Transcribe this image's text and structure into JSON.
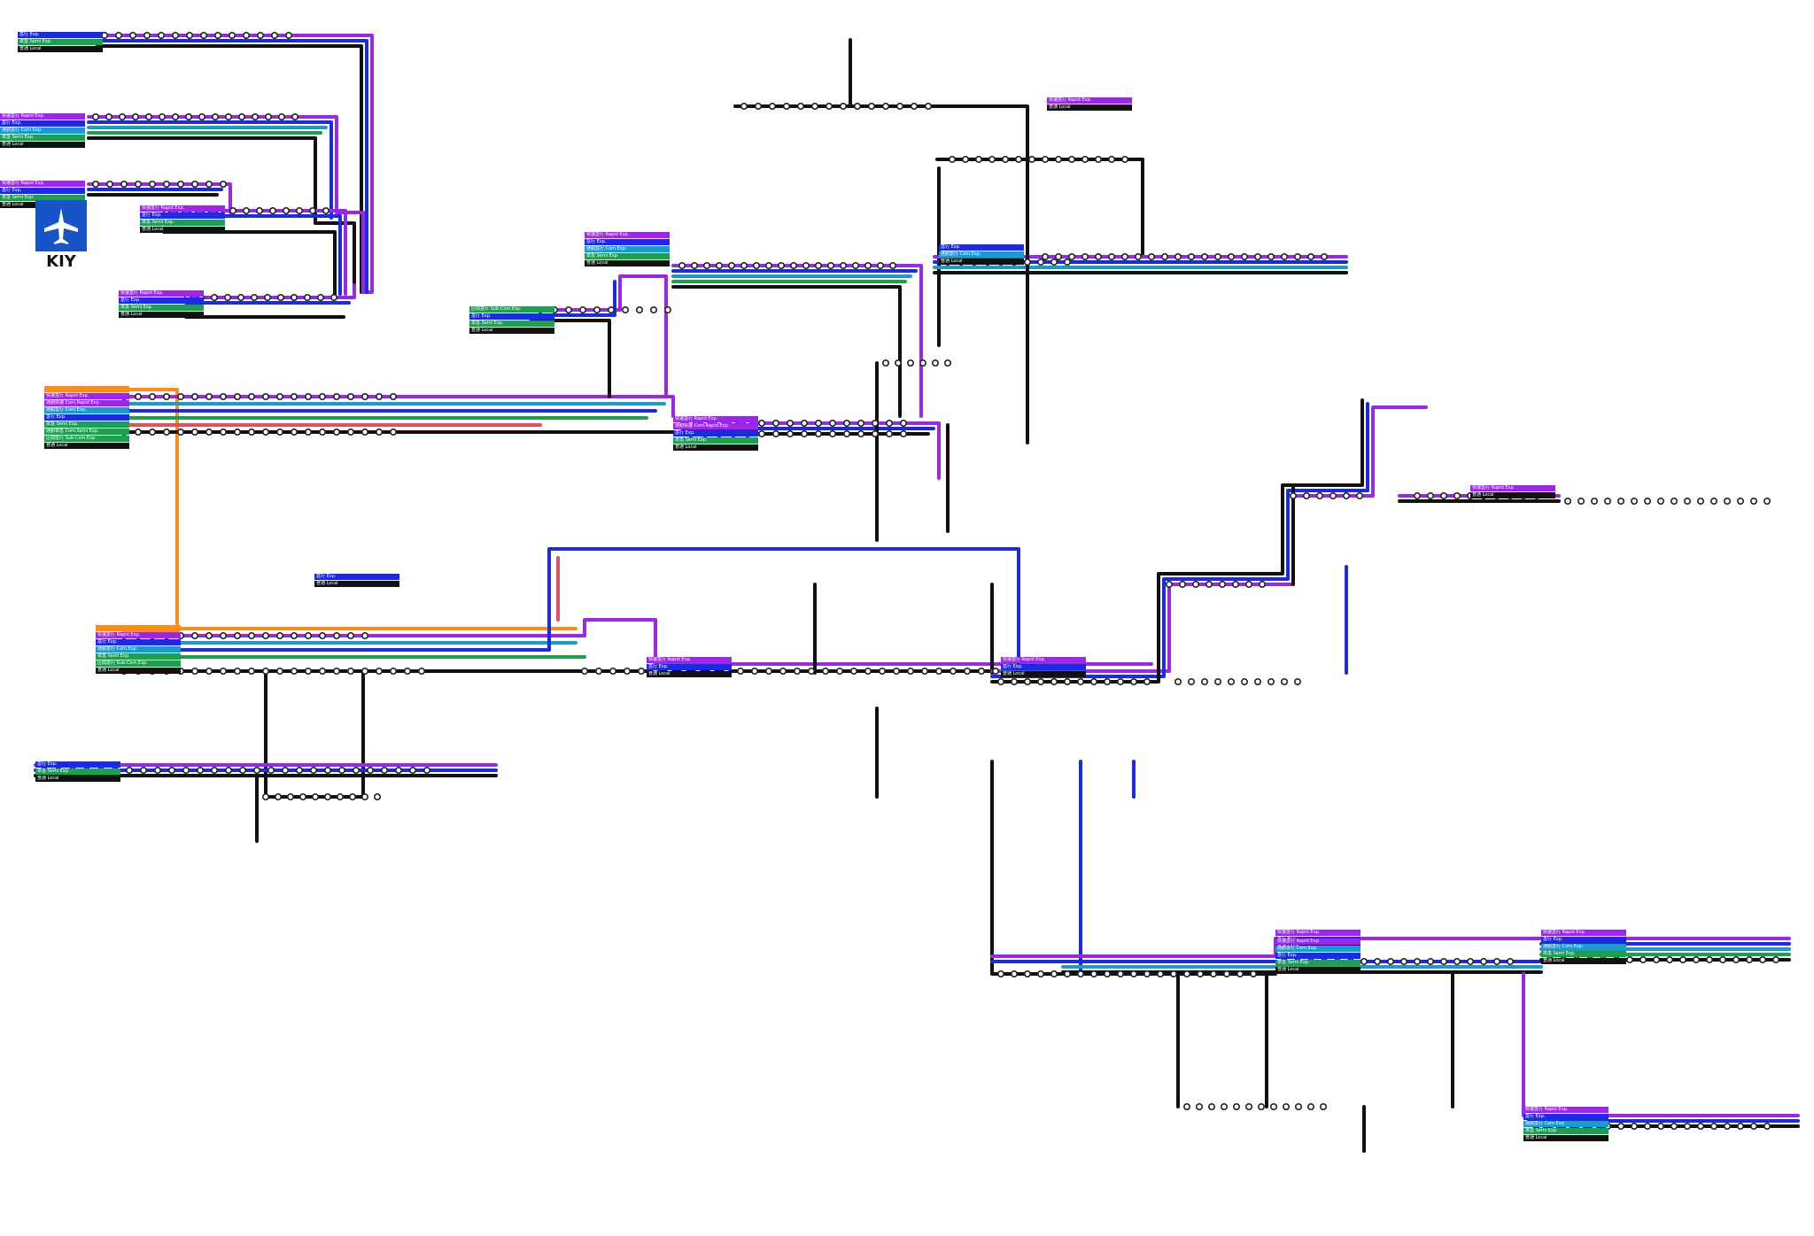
{
  "colors": {
    "rapid_express": "#9b27e8",
    "express": "#1b2ce0",
    "commuter_express": "#1e9ac8",
    "semi_express": "#1f9e4f",
    "local": "#111111",
    "limited": "#ff8c1a",
    "sub_line_local": "#e05060",
    "yellow_line": "#f0e000"
  },
  "airport": {
    "code": "KIY",
    "icon": "airplane-icon"
  },
  "service_labels": {
    "rapid_express": "快速急行 Rapid Exp.",
    "express": "急行 Exp.",
    "commuter_express": "通勤急行 Com.Exp.",
    "commuter_rapid_express": "通勤快速 Com.Rapid Exp.",
    "semi_express": "準急 Semi Exp.",
    "commuter_semi_express": "通勤準急 Com.Semi Exp.",
    "sub_commuter_express": "区間急行 Sub-Com.Exp.",
    "local": "普通 Local"
  },
  "legends": [
    {
      "id": "legend-nw-1",
      "rows": [
        "express",
        "semi_express",
        "local"
      ]
    },
    {
      "id": "legend-nw-2",
      "rows": [
        "rapid_express",
        "express",
        "commuter_express",
        "semi_express",
        "local"
      ]
    },
    {
      "id": "legend-nw-3",
      "rows": [
        "rapid_express",
        "express",
        "semi_express",
        "local"
      ]
    },
    {
      "id": "legend-nw-4",
      "rows": [
        "rapid_express",
        "express",
        "semi_express",
        "local"
      ]
    },
    {
      "id": "legend-w-1",
      "rows": [
        "rapid_express",
        "express",
        "semi_express",
        "local"
      ]
    },
    {
      "id": "legend-w-2",
      "rows": [
        "limited",
        "rapid_express",
        "commuter_rapid_express",
        "commuter_express",
        "express",
        "semi_express",
        "commuter_semi_express",
        "sub_commuter_express",
        "local"
      ]
    },
    {
      "id": "legend-c-1",
      "rows": [
        "sub_commuter_express",
        "express",
        "semi_express",
        "local"
      ]
    },
    {
      "id": "legend-c-2",
      "rows": [
        "rapid_express",
        "express",
        "commuter_express",
        "semi_express",
        "local"
      ]
    },
    {
      "id": "legend-c-3",
      "rows": [
        "rapid_express",
        "commuter_rapid_express",
        "express",
        "semi_express",
        "local"
      ]
    },
    {
      "id": "legend-ne-1",
      "rows": [
        "rapid_express",
        "local"
      ]
    },
    {
      "id": "legend-e-1",
      "rows": [
        "express",
        "commuter_express",
        "local"
      ]
    },
    {
      "id": "legend-s-1",
      "rows": [
        "limited",
        "rapid_express",
        "express",
        "commuter_express",
        "semi_express",
        "sub_commuter_express",
        "local"
      ]
    },
    {
      "id": "legend-s-2",
      "rows": [
        "express",
        "local"
      ]
    },
    {
      "id": "legend-s-3",
      "rows": [
        "rapid_express",
        "express",
        "local"
      ]
    },
    {
      "id": "legend-s-4",
      "rows": [
        "rapid_express",
        "express",
        "local"
      ]
    },
    {
      "id": "legend-sw-1",
      "rows": [
        "express",
        "semi_express",
        "local"
      ]
    },
    {
      "id": "legend-se-1",
      "rows": [
        "rapid_express",
        "express",
        "local"
      ]
    },
    {
      "id": "legend-se-2",
      "rows": [
        "rapid_express",
        "commuter_express",
        "express",
        "semi_express",
        "local"
      ]
    },
    {
      "id": "legend-se-3",
      "rows": [
        "rapid_express",
        "express",
        "commuter_express",
        "semi_express",
        "local"
      ]
    },
    {
      "id": "legend-se-4",
      "rows": [
        "rapid_express",
        "express",
        "commuter_express",
        "semi_express",
        "local"
      ]
    },
    {
      "id": "legend-e-2",
      "rows": [
        "rapid_express",
        "local"
      ]
    }
  ]
}
